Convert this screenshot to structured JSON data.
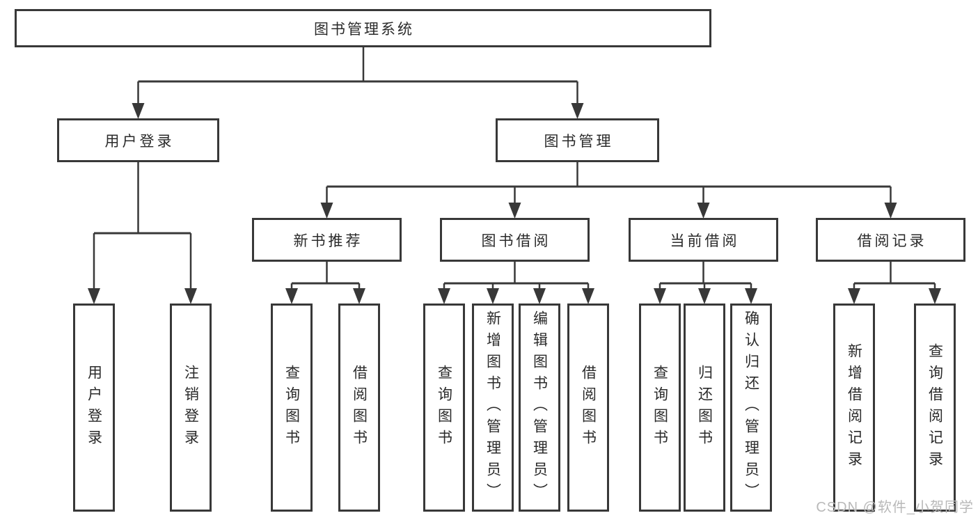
{
  "diagram": {
    "root": {
      "label": "图书管理系统"
    },
    "level2": [
      {
        "label": "用户登录"
      },
      {
        "label": "图书管理"
      }
    ],
    "level3": [
      {
        "label": "新书推荐"
      },
      {
        "label": "图书借阅"
      },
      {
        "label": "当前借阅"
      },
      {
        "label": "借阅记录"
      }
    ],
    "leaves": {
      "login": [
        "用户登录",
        "注销登录"
      ],
      "new_books": [
        "查询图书",
        "借阅图书"
      ],
      "book_borrow": [
        "查询图书",
        "新增图书（管理员）",
        "编辑图书（管理员）",
        "借阅图书"
      ],
      "current_borrow": [
        "查询图书",
        "归还图书",
        "确认归还（管理员）"
      ],
      "borrow_records": [
        "新增借阅记录",
        "查询借阅记录"
      ]
    }
  },
  "watermark": {
    "text": "CSDN @软件_小贺同学"
  },
  "colors": {
    "line": "#383838",
    "text": "#2a2a2a",
    "watermark": "#b9b9b9",
    "background": "#ffffff"
  }
}
